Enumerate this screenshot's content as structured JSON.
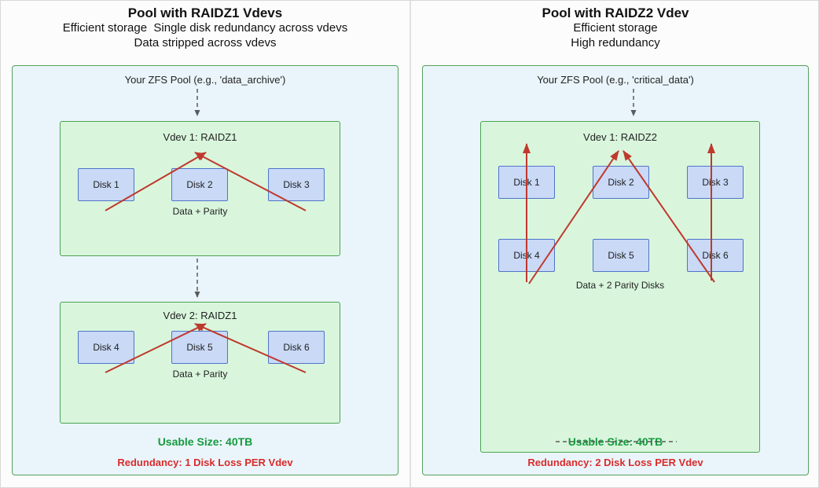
{
  "left": {
    "title": "Pool with RAIDZ1 Vdevs",
    "subtitle1": "Efficient storage  Single disk redundancy across vdevs",
    "subtitle2": "Data stripped across vdevs",
    "pool_label": "Your ZFS Pool (e.g., 'data_archive')",
    "vdev1": {
      "label": "Vdev 1: RAIDZ1",
      "disks": [
        "Disk 1",
        "Disk 2",
        "Disk 3"
      ],
      "caption": "Data + Parity"
    },
    "vdev2": {
      "label": "Vdev 2: RAIDZ1",
      "disks": [
        "Disk 4",
        "Disk 5",
        "Disk 6"
      ],
      "caption": "Data + Parity"
    },
    "usable": "Usable Size: 40TB",
    "redundancy": "Redundancy: 1 Disk Loss PER Vdev"
  },
  "right": {
    "title": "Pool with RAIDZ2 Vdev",
    "subtitle1": "Efficient storage",
    "subtitle2": "High redundancy",
    "pool_label": "Your ZFS Pool (e.g., 'critical_data')",
    "vdev1": {
      "label": "Vdev 1: RAIDZ2",
      "disks": [
        "Disk 1",
        "Disk 2",
        "Disk 3",
        "Disk 4",
        "Disk 5",
        "Disk 6"
      ],
      "caption": "Data + 2 Parity Disks"
    },
    "usable": "Usable Size: 40TB",
    "redundancy": "Redundancy: 2 Disk Loss PER Vdev"
  },
  "colors": {
    "pool_background": "#eaf5fb",
    "pool_border": "#55a05a",
    "vdev_background": "#d9f6dd",
    "vdev_border": "#4ca352",
    "disk_background": "#c9d9f6",
    "disk_border": "#4f74c9",
    "arrow_red": "#bf392d",
    "dashed_gray": "#5a5a5a",
    "usable_green": "#169a3e",
    "redundancy_red": "#d92b2b"
  }
}
